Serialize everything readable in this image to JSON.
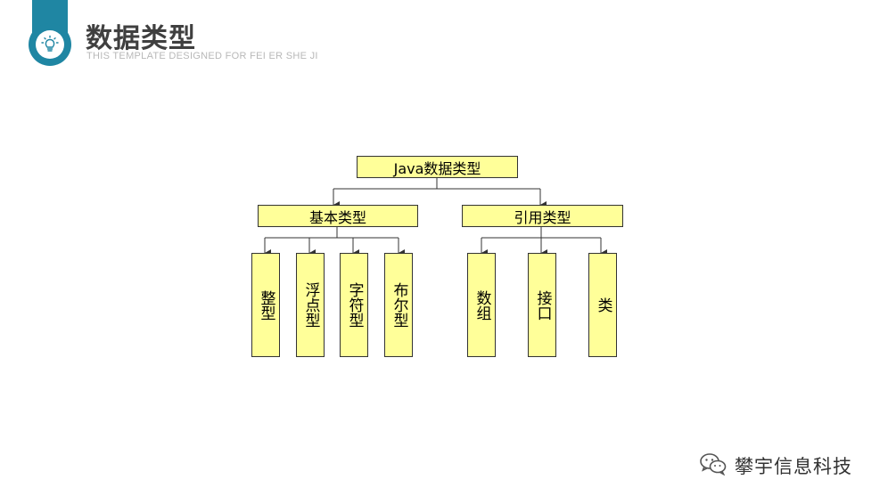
{
  "header": {
    "title": "数据类型",
    "subtitle": "THIS TEMPLATE DESIGNED FOR FEI ER SHE JI",
    "badge_icon": "lightbulb-icon",
    "accent_color": "#1f86a3"
  },
  "diagram": {
    "node_fill": "#ffff99",
    "root": "Java数据类型",
    "branches": [
      {
        "label": "基本类型",
        "children": [
          "整型",
          "浮点型",
          "字符型",
          "布尔型"
        ]
      },
      {
        "label": "引用类型",
        "children": [
          "数组",
          "接口",
          "类"
        ]
      }
    ]
  },
  "watermark": {
    "icon": "wechat-icon",
    "text": "攀宇信息科技"
  }
}
